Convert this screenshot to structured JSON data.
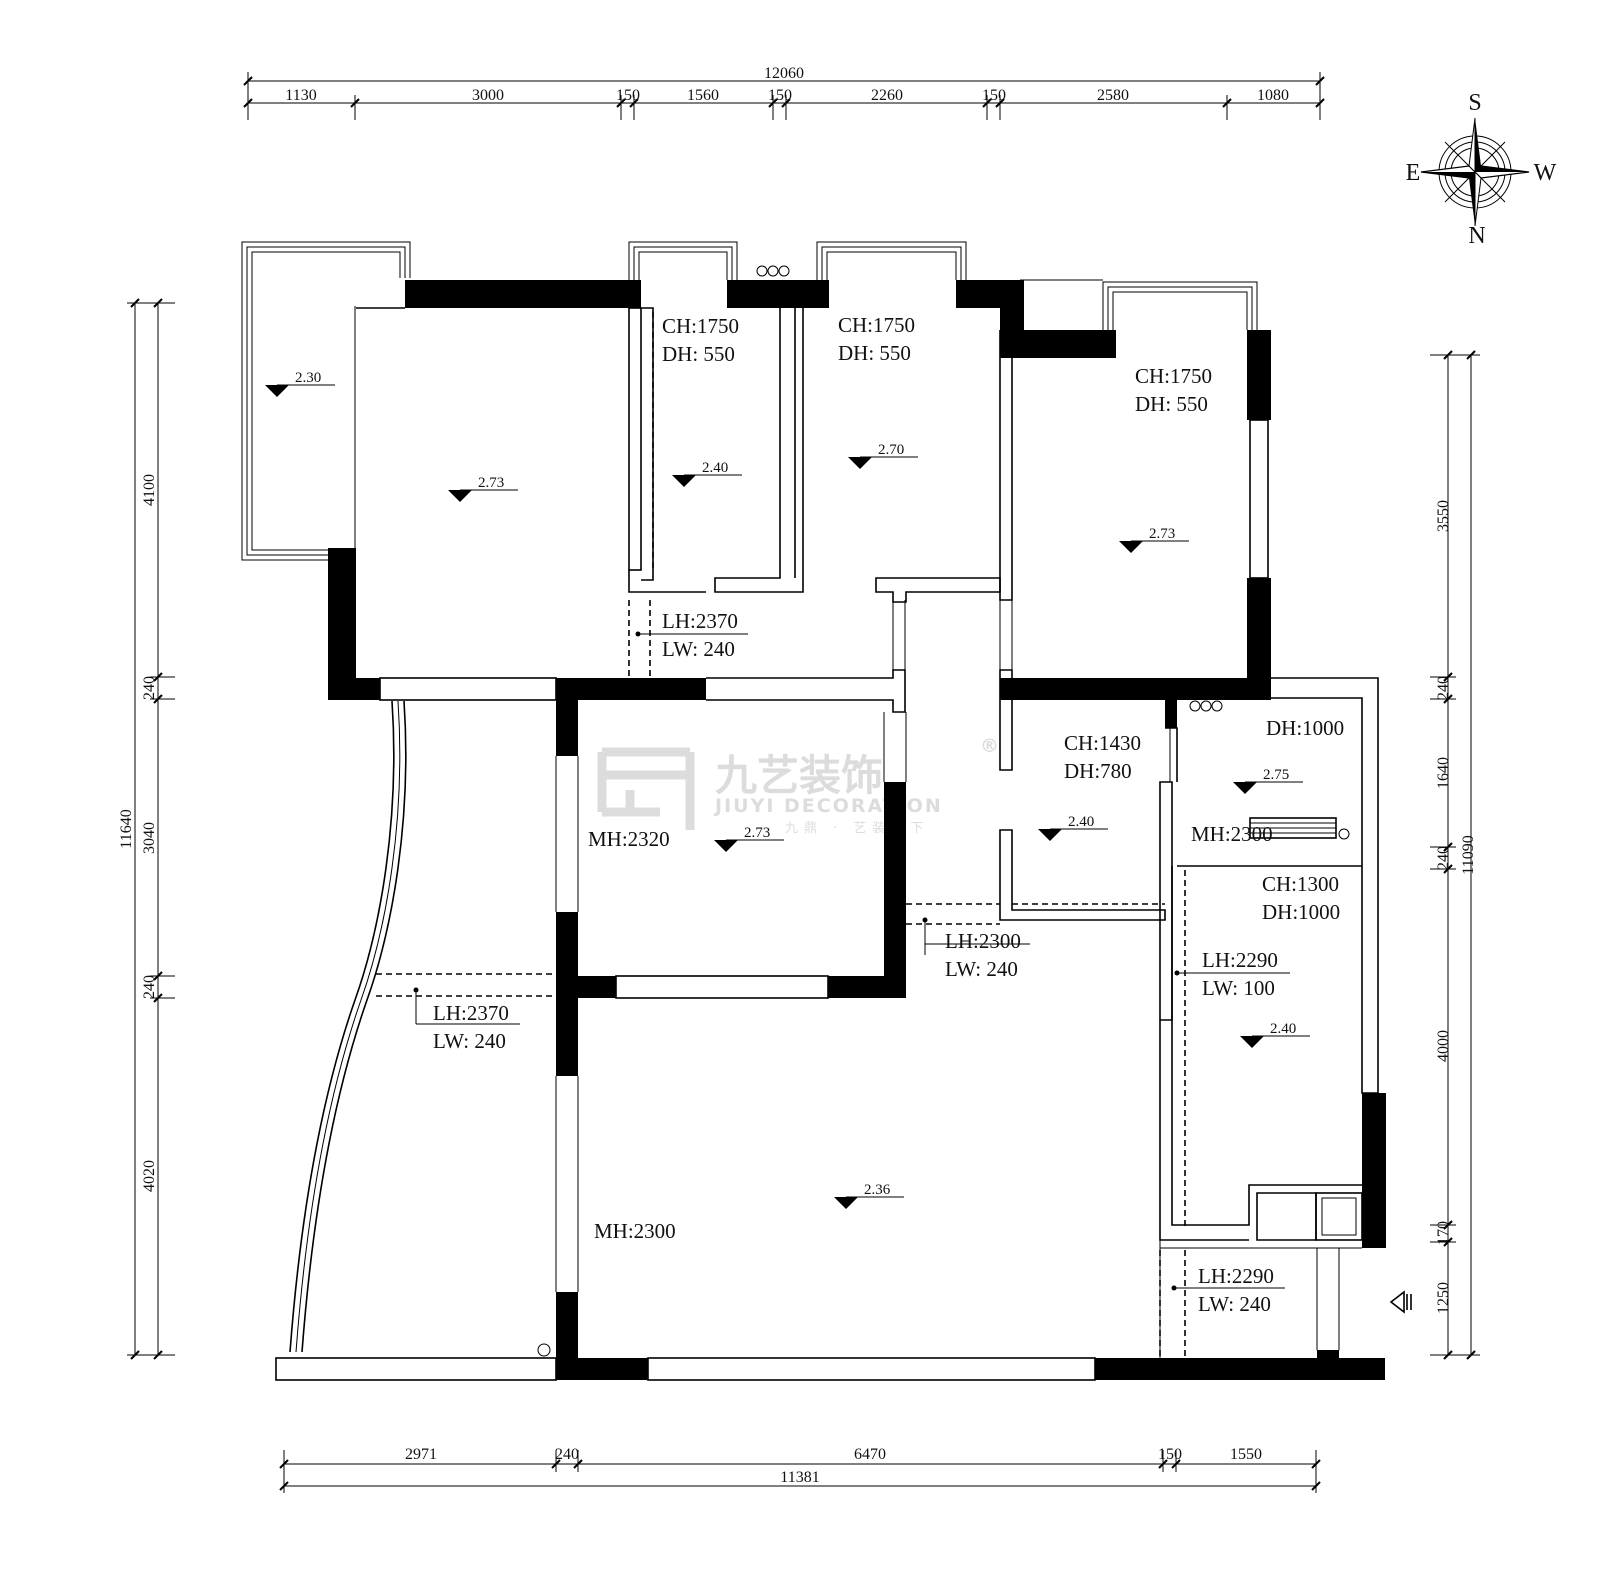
{
  "dimensions": {
    "top_total": "12060",
    "top_segments": [
      "1130",
      "3000",
      "150",
      "1560",
      "150",
      "2260",
      "150",
      "2580",
      "1080"
    ],
    "left_total": "11640",
    "left_segments": [
      "4100",
      "240",
      "3040",
      "240",
      "4020"
    ],
    "right_total": "11090",
    "right_segments": [
      "3550",
      "240",
      "1640",
      "240",
      "4000",
      "170",
      "1250"
    ],
    "bottom_total": "11381",
    "bottom_segments": [
      "2971",
      "240",
      "6470",
      "150",
      "1550"
    ]
  },
  "compass": {
    "top": "S",
    "left": "E",
    "right": "W",
    "bottom": "N"
  },
  "watermark": {
    "brand": "九艺装饰",
    "latin": "JIUYI DECORATION",
    "slogan": "九鼎 · 艺装天下",
    "mark": "®"
  },
  "levels": {
    "balcony_nw": "2.30",
    "master_bedroom": "2.73",
    "small_room_a": "2.40",
    "small_room_b": "2.70",
    "bedroom_east": "2.73",
    "dining": "2.73",
    "bathroom": "2.40",
    "utility": "2.75",
    "kitchen": "2.40",
    "living": "2.36"
  },
  "labels": {
    "ch_a": "CH:1750",
    "dh_a": "DH:  550",
    "ch_b": "CH:1750",
    "dh_b": "DH:  550",
    "ch_c": "CH:1750",
    "dh_c": "DH:  550",
    "ch_bath": "CH:1430",
    "dh_bath": "DH:780",
    "dh_util": "DH:1000",
    "ch_kit": "CH:1300",
    "dh_kit": "DH:1000",
    "mh_dining": "MH:2320",
    "mh_util": "MH:2300",
    "mh_living": "MH:2300",
    "lh_corr": "LH:2370",
    "lw_corr": "LW:  240",
    "lh_hall": "LH:2300",
    "lw_hall": "LW:  240",
    "lh_living": "LH:2370",
    "lw_living": "LW:  240",
    "lh_kit": "LH:2290",
    "lw_kit": "LW:  100",
    "lh_entry": "LH:2290",
    "lw_entry": "LW:  240"
  }
}
